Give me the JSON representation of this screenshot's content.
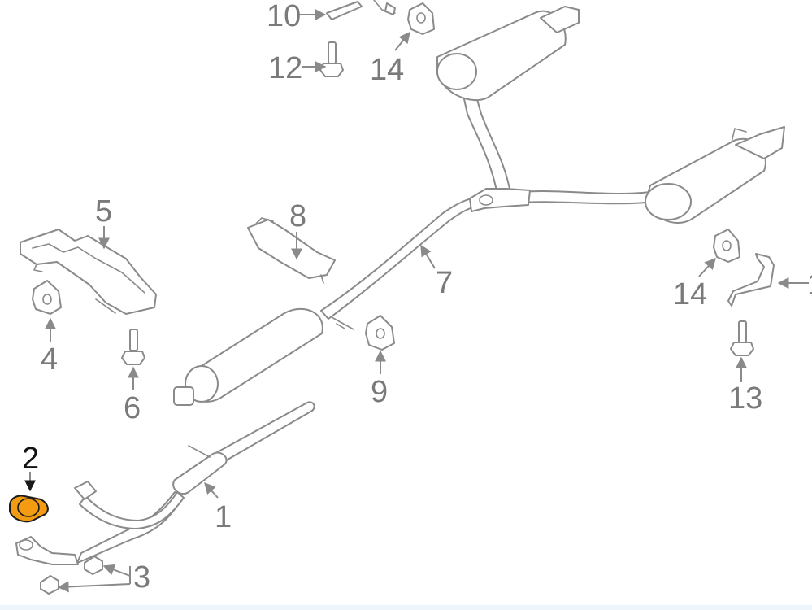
{
  "callouts": [
    {
      "id": "1",
      "text": "1"
    },
    {
      "id": "2",
      "text": "2",
      "highlighted": true
    },
    {
      "id": "3",
      "text": "3"
    },
    {
      "id": "4",
      "text": "4"
    },
    {
      "id": "5",
      "text": "5"
    },
    {
      "id": "6",
      "text": "6"
    },
    {
      "id": "7",
      "text": "7"
    },
    {
      "id": "8",
      "text": "8"
    },
    {
      "id": "9",
      "text": "9"
    },
    {
      "id": "10",
      "text": "10"
    },
    {
      "id": "11",
      "text": "1"
    },
    {
      "id": "12",
      "text": "12"
    },
    {
      "id": "13",
      "text": "13"
    },
    {
      "id": "14a",
      "text": "14"
    },
    {
      "id": "14b",
      "text": "14"
    }
  ],
  "colors": {
    "line": "#8a8a8a",
    "label": "#7a7a7a",
    "highlight_fill": "#f39c12",
    "highlight_stroke": "#1a1a1a"
  }
}
